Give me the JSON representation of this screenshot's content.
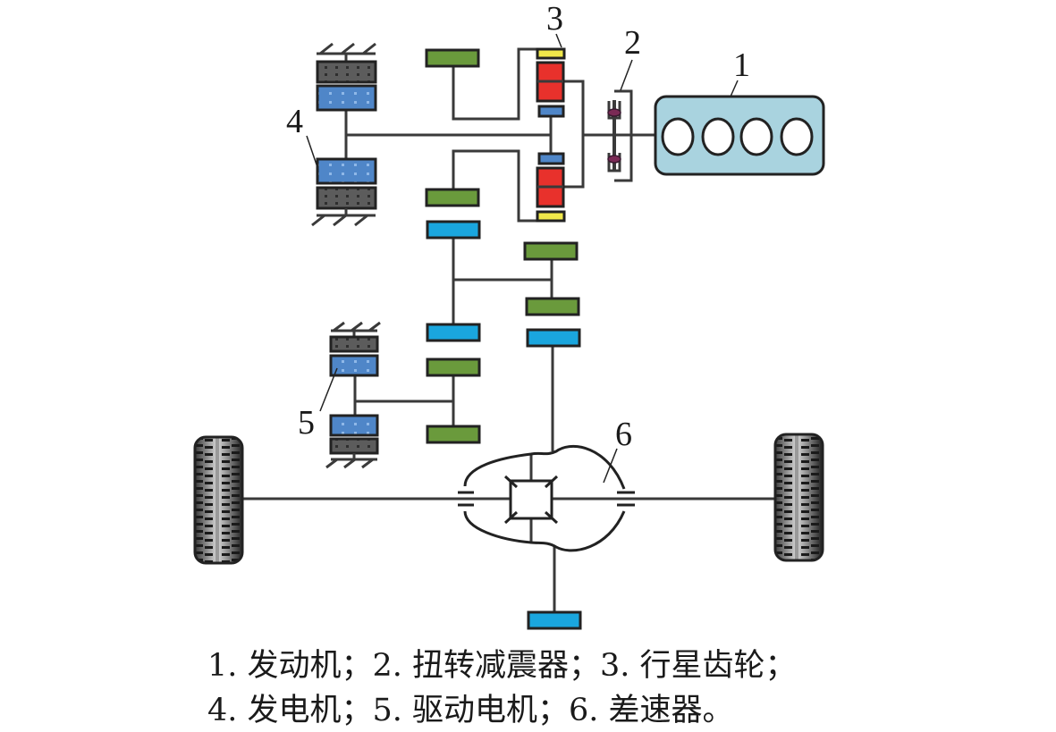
{
  "figure": {
    "callouts": {
      "engine": "1",
      "torsional_damper": "2",
      "planetary_gear": "3",
      "generator": "4",
      "drive_motor": "5",
      "differential": "6"
    },
    "colors": {
      "engine_fill": "#a9d3df",
      "ring_gear": "#f0e84a",
      "planet_gear": "#e8312c",
      "sun_gear": "#4f86c8",
      "green_gear": "#6a9a3c",
      "cyan_gear": "#1aa6de",
      "motor_rotor": "#4f86c8",
      "motor_stator": "#5a5a5a",
      "line": "#3a3a3a"
    }
  },
  "legend": {
    "line1": "1. 发动机；2. 扭转减震器；3. 行星齿轮；",
    "line2": "4. 发电机；5. 驱动电机；6. 差速器。"
  }
}
